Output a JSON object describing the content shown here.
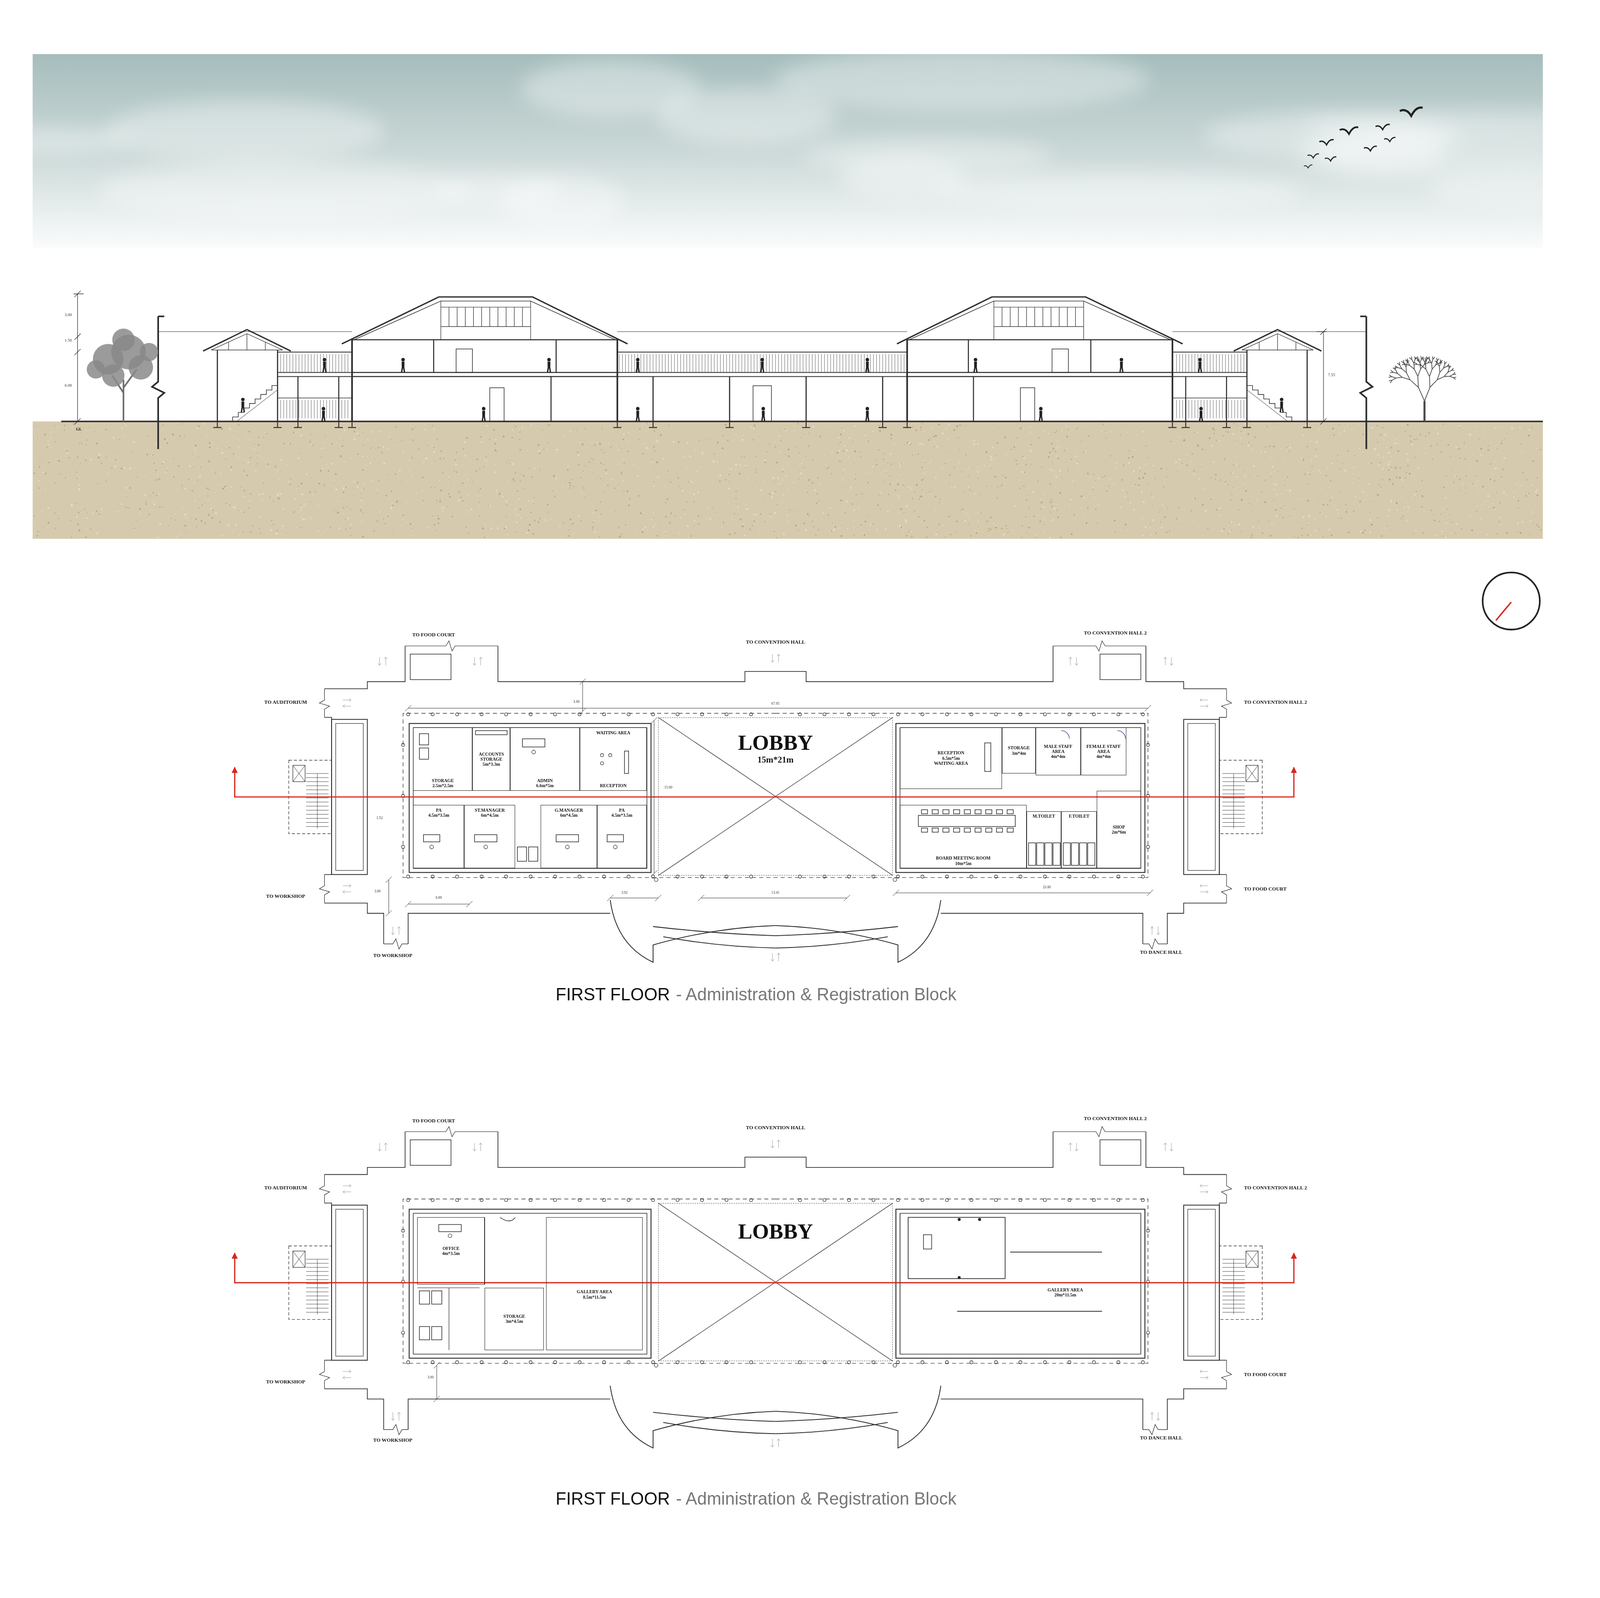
{
  "diagram": {
    "nodes": [
      {
        "text": [
          "STORAGE",
          "2.5m*2.5m"
        ]
      },
      {
        "text": [
          "ACCOUNTS STORAGE",
          "5m*3.3m"
        ]
      },
      {
        "text": [
          "ADMIN",
          "6.6m*5m"
        ]
      },
      {
        "text": [
          "WAITING AREA",
          "RECEPTION"
        ]
      },
      {
        "text": [
          "PA",
          "4.5m*3.5m"
        ]
      },
      {
        "text": [
          "ST.MANAGER",
          "6m*4.5m"
        ]
      },
      {
        "text": [
          "G.MANAGER",
          "6m*4.5m"
        ]
      },
      {
        "text": [
          "PA",
          "4.5m*3.5m"
        ]
      },
      {
        "text": [
          "LOBBY",
          "15m*21m"
        ]
      },
      {
        "text": [
          "RECEPTION",
          "6.5m*5m",
          "WAITING AREA"
        ]
      },
      {
        "text": [
          "STORAGE",
          "3m*4m"
        ]
      },
      {
        "text": [
          "MALE STAFF AREA",
          "4m*4m"
        ]
      },
      {
        "text": [
          "FEMALE STAFF AREA",
          "4m*4m"
        ]
      },
      {
        "text": [
          "BOARD MEETING ROOM",
          "10m*5m"
        ]
      },
      {
        "text": [
          "M.TOILET"
        ]
      },
      {
        "text": [
          "F.TOILET"
        ]
      },
      {
        "text": [
          "SHOP",
          "2m*6m"
        ]
      },
      {
        "text": [
          "OFFICE",
          "4m*3.5m"
        ]
      },
      {
        "text": [
          "STORAGE",
          "3m*4.5m"
        ]
      },
      {
        "text": [
          "GALLERY AREA",
          "8.5m*11.5m"
        ]
      },
      {
        "text": [
          "LOBBY"
        ]
      },
      {
        "text": [
          "GALLERY AREA",
          "20m*11.5m"
        ]
      }
    ],
    "labels": [
      "3.00",
      "1.50",
      "6.00",
      "GL",
      "7.55",
      "TO FOOD COURT",
      "TO CONVENTION HALL",
      "TO CONVENTION HALL 2",
      "TO AUDITORIUM",
      "TO CONVENTION HALL 2",
      "TO WORKSHOP",
      "TO FOOD COURT",
      "TO WORKSHOP",
      "TO DANCE HALL",
      "3.00",
      "67.05",
      "15.00",
      "1.52",
      "3.00",
      "6.00",
      "3.92",
      "13.41",
      "23.00",
      "FIRST FLOOR",
      "- Administration & Registration Block",
      "TO FOOD COURT",
      "TO CONVENTION HALL",
      "TO CONVENTION HALL 2",
      "TO AUDITORIUM",
      "TO CONVENTION HALL 2",
      "TO WORKSHOP",
      "TO FOOD COURT",
      "TO WORKSHOP",
      "TO DANCE HALL",
      "3.00",
      "FIRST FLOOR",
      "- Administration & Registration Block"
    ]
  }
}
